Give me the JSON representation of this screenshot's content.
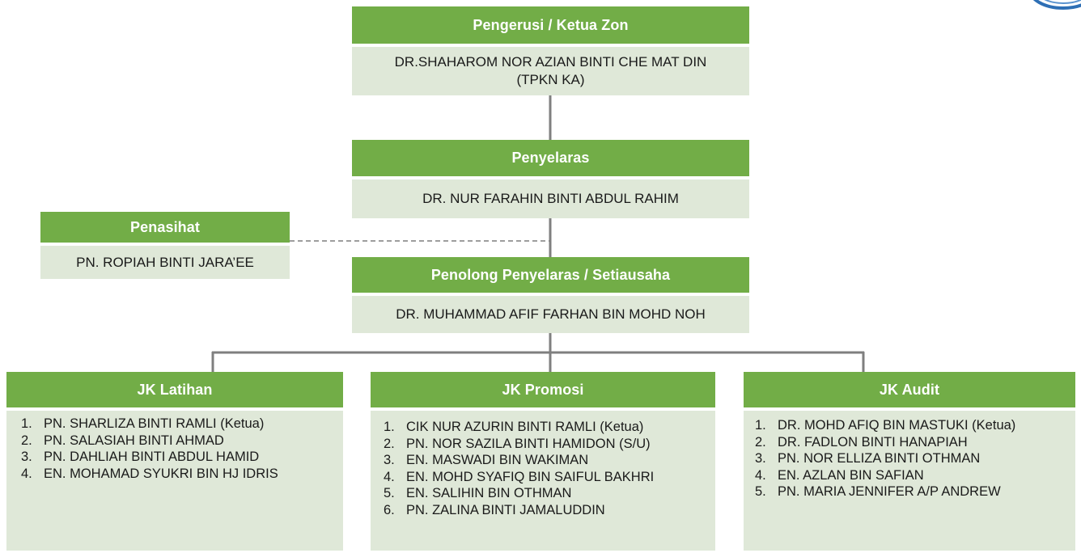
{
  "chart": {
    "chairman": {
      "title": "Pengerusi / Ketua Zon",
      "name_line1": "DR.SHAHAROM NOR AZIAN BINTI CHE MAT DIN",
      "name_line2": "(TPKN KA)"
    },
    "coordinator": {
      "title": "Penyelaras",
      "name": "DR. NUR FARAHIN BINTI ABDUL RAHIM"
    },
    "advisor": {
      "title": "Penasihat",
      "name": "PN. ROPIAH BINTI JARA’EE"
    },
    "assistant": {
      "title": "Penolong Penyelaras / Setiausaha",
      "name": "DR. MUHAMMAD AFIF FARHAN BIN MOHD NOH"
    },
    "committees": [
      {
        "title": "JK Latihan",
        "members": [
          {
            "num": "1.",
            "name": "PN. SHARLIZA BINTI RAMLI (Ketua)"
          },
          {
            "num": "2.",
            "name": "PN. SALASIAH BINTI AHMAD"
          },
          {
            "num": "3.",
            "name": "PN. DAHLIAH BINTI ABDUL HAMID"
          },
          {
            "num": "4.",
            "name": "EN. MOHAMAD SYUKRI BIN HJ IDRIS"
          }
        ]
      },
      {
        "title": "JK Promosi",
        "members": [
          {
            "num": "1.",
            "name": "CIK NUR AZURIN BINTI RAMLI (Ketua)"
          },
          {
            "num": "2.",
            "name": "PN. NOR SAZILA BINTI HAMIDON (S/U)"
          },
          {
            "num": "3.",
            "name": "EN. MASWADI BIN WAKIMAN"
          },
          {
            "num": "4.",
            "name": "EN. MOHD SYAFIQ BIN SAIFUL BAKHRI"
          },
          {
            "num": "5.",
            "name": "EN. SALIHIN BIN OTHMAN"
          },
          {
            "num": "6.",
            "name": "PN. ZALINA BINTI JAMALUDDIN"
          }
        ]
      },
      {
        "title": "JK Audit",
        "members": [
          {
            "num": "1.",
            "name": "DR. MOHD AFIQ BIN MASTUKI (Ketua)"
          },
          {
            "num": "2.",
            "name": "DR. FADLON BINTI HANAPIAH"
          },
          {
            "num": "3.",
            "name": "PN. NOR ELLIZA BINTI OTHMAN"
          },
          {
            "num": "4.",
            "name": "EN. AZLAN BIN SAFIAN"
          },
          {
            "num": "5.",
            "name": "PN. MARIA JENNIFER A/P ANDREW"
          }
        ]
      }
    ]
  },
  "colors": {
    "header_green": "#72ad47",
    "body_green": "#dfe8d8",
    "connector": "#7f7f7f",
    "logo_blue": "#2e6fb5"
  },
  "icons": {
    "logo": "emblem-logo-icon"
  }
}
